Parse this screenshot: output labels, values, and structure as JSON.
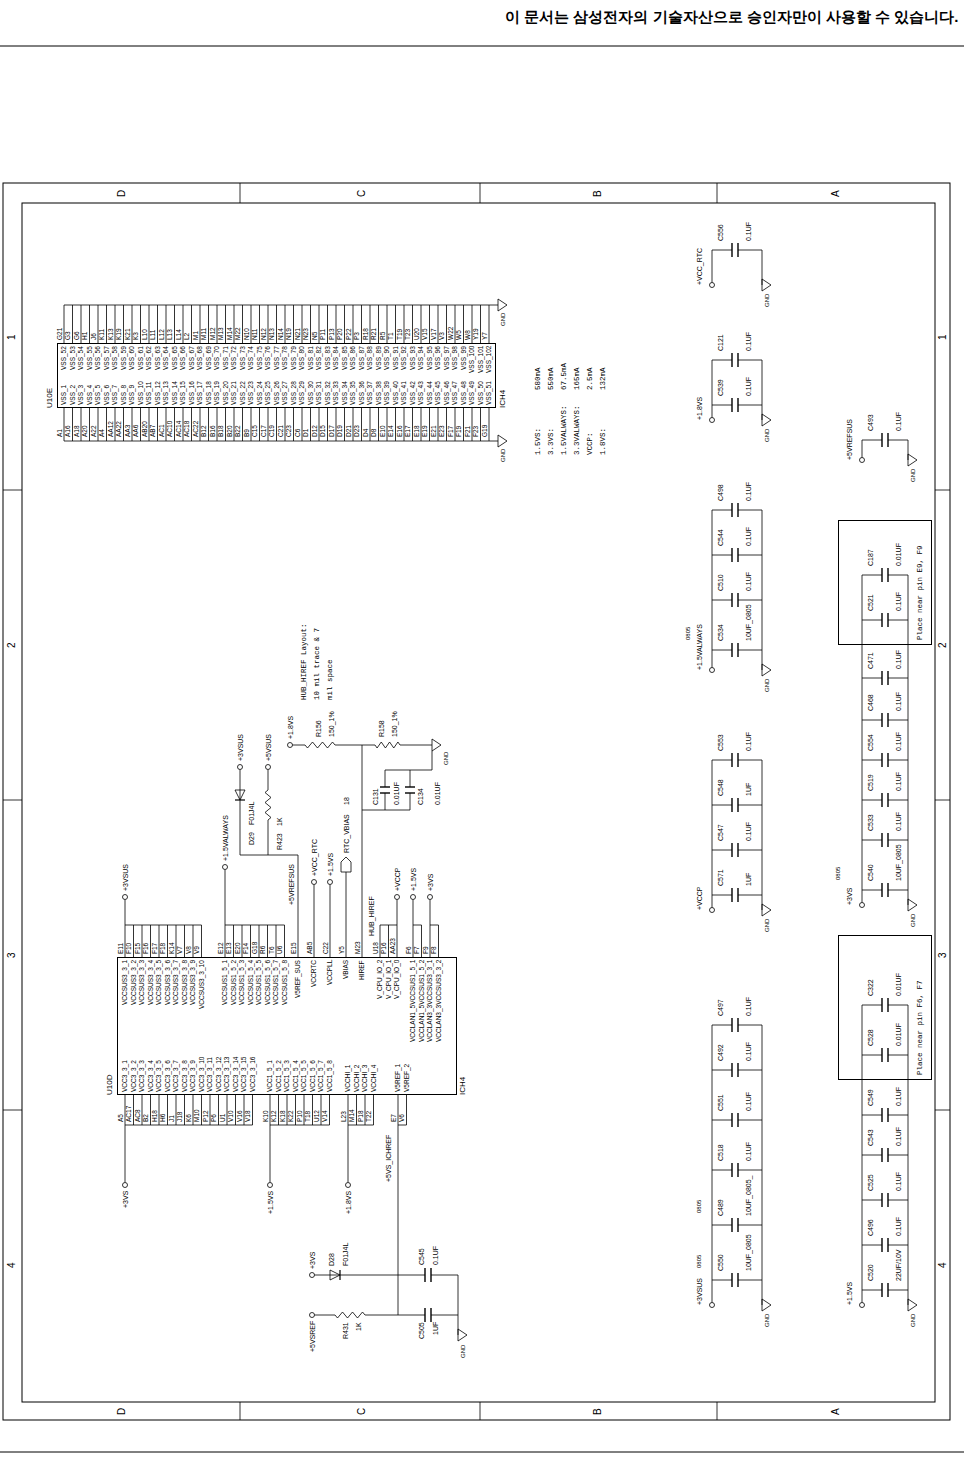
{
  "diagram": {
    "nodes": [
      {
        "text": [
          "U10E",
          "VSS_1",
          "VSS_2",
          "VSS_3",
          "VSS_4",
          "VSS_5",
          "VSS_6",
          "VSS_7",
          "VSS_8",
          "VSS_9",
          "VSS_10",
          "VSS_11",
          "VSS_12",
          "VSS_13",
          "VSS_14",
          "VSS_15",
          "VSS_16",
          "VSS_17",
          "VSS_18",
          "VSS_19",
          "VSS_20",
          "VSS_21",
          "VSS_22",
          "VSS_23",
          "VSS_24",
          "VSS_25",
          "VSS_26",
          "VSS_27",
          "VSS_28",
          "VSS_29",
          "VSS_30",
          "VSS_31",
          "VSS_32",
          "VSS_33",
          "VSS_34",
          "VSS_35",
          "VSS_36",
          "VSS_37",
          "VSS_38",
          "VSS_39",
          "VSS_40",
          "VSS_41",
          "VSS_42",
          "VSS_43",
          "VSS_44",
          "VSS_45",
          "VSS_46",
          "VSS_47",
          "VSS_48",
          "VSS_49",
          "VSS_50",
          "VSS_51",
          "VSS_52",
          "VSS_53",
          "VSS_54",
          "VSS_55",
          "VSS_56",
          "VSS_57",
          "VSS_58",
          "VSS_59",
          "VSS_60",
          "VSS_61",
          "VSS_62",
          "VSS_63",
          "VSS_64",
          "VSS_65",
          "VSS_66",
          "VSS_67",
          "VSS_68",
          "VSS_69",
          "VSS_70",
          "VSS_71",
          "VSS_72",
          "VSS_73",
          "VSS_74",
          "VSS_75",
          "VSS_76",
          "VSS_77",
          "VSS_78",
          "VSS_79",
          "VSS_80",
          "VSS_81",
          "VSS_82",
          "VSS_83",
          "VSS_84",
          "VSS_85",
          "VSS_86",
          "VSS_87",
          "VSS_88",
          "VSS_89",
          "VSS_90",
          "VSS_91",
          "VSS_92",
          "VSS_93",
          "VSS_94",
          "VSS_95",
          "VSS_96",
          "VSS_97",
          "VSS_98",
          "VSS_99",
          "VSS_100",
          "VSS_101",
          "VSS_102",
          "ICH4"
        ]
      },
      {
        "text": [
          "U10D",
          "VCC3_3_1",
          "VCC3_3_2",
          "VCC3_3_3",
          "VCC3_3_4",
          "VCC3_3_5",
          "VCC3_3_6",
          "VCC3_3_7",
          "VCC3_3_8",
          "VCC3_3_9",
          "VCC3_3_10",
          "VCC3_3_11",
          "VCC3_3_12",
          "VCC3_3_13",
          "VCC3_3_14",
          "VCC3_3_15",
          "VCC3_3_16",
          "VCC1_5_1",
          "VCC1_5_2",
          "VCC1_5_3",
          "VCC1_5_4",
          "VCC1_5_5",
          "VCC1_5_6",
          "VCC1_5_7",
          "VCC1_5_8",
          "VCCHI_1",
          "VCCHI_2",
          "VCCHI_3",
          "VCCHI_4",
          "V5REF_1",
          "V5REF_2",
          "VCCSUS3_3_1",
          "VCCSUS3_3_2",
          "VCCSUS3_3_3",
          "VCCSUS3_3_4",
          "VCCSUS3_3_5",
          "VCCSUS3_3_6",
          "VCCSUS3_3_7",
          "VCCSUS3_3_8",
          "VCCSUS3_3_9",
          "VCCSUS3_3_10",
          "VCCSUS1_5_1",
          "VCCSUS1_5_2",
          "VCCSUS1_5_3",
          "VCCSUS1_5_4",
          "VCCSUS1_5_5",
          "VCCSUS1_5_6",
          "VCCSUS1_5_7",
          "VCCSUS1_5_8",
          "V5REF_SUS",
          "VCCRTC",
          "VCCPLL",
          "VBIAS",
          "HIREF",
          "V_CPU_IO_2",
          "V_CPU_IO_1",
          "V_CPU_IO_0",
          "VCCLAN1_5VCCSUS1_5_1",
          "VCCLAN1_5VCCSUS1_5_2",
          "VCCLAN3_3VCCSUS3_3_1",
          "VCCLAN3_3VCCSUS3_3_2",
          "ICH4"
        ]
      },
      {
        "text": [
          "Place near pin F6, F7"
        ]
      },
      {
        "text": [
          "Place near pin E9, F9"
        ]
      }
    ],
    "labels": [
      "이 문서는 삼성전자의 기술자산으로 승인자만이 사용할 수 있습니다.",
      "D",
      "C",
      "B",
      "A",
      "D",
      "C",
      "B",
      "A",
      "1",
      "2",
      "3",
      "4",
      "1",
      "2",
      "3",
      "4",
      "A1",
      "A16",
      "A18",
      "A20",
      "A22",
      "A4",
      "AA12",
      "AA22",
      "AA3",
      "AA6",
      "AB20",
      "AB7",
      "AC1",
      "AC10",
      "AC14",
      "AC18",
      "AC22",
      "B12",
      "B16",
      "B18",
      "B20",
      "B22",
      "B9",
      "C15",
      "C17",
      "C19",
      "C21",
      "C23",
      "C6",
      "D1",
      "D12",
      "D15",
      "D17",
      "D19",
      "D21",
      "D23",
      "D4",
      "D8",
      "E10",
      "E14",
      "E16",
      "E17",
      "E18",
      "E19",
      "E21",
      "E23",
      "F17",
      "F19",
      "F21",
      "F23",
      "G19",
      "G21",
      "G3",
      "G6",
      "H1",
      "J6",
      "K11",
      "K13",
      "K19",
      "K21",
      "K3",
      "L10",
      "L11",
      "L12",
      "L13",
      "L14",
      "L2",
      "M1",
      "M11",
      "M12",
      "M13",
      "M14",
      "M22",
      "N10",
      "N11",
      "N12",
      "N13",
      "N14",
      "N19",
      "N21",
      "N23",
      "N5",
      "P11",
      "P13",
      "P20",
      "P22",
      "P3",
      "R18",
      "R21",
      "R5",
      "T1",
      "T19",
      "T23",
      "U20",
      "V15",
      "V17",
      "V3",
      "W22",
      "W5",
      "W8",
      "Y19",
      "Y7",
      "GND",
      "GND",
      "1.5VS:",
      "580mA",
      "3.3VS:",
      "550mA",
      "1.5VALWAYS:",
      "67.5mA",
      "3.3VALWAYS:",
      "165mA",
      "VCCP:",
      "2.5mA",
      "1.8VS:",
      "132mA",
      "A5",
      "AC17",
      "AC8",
      "B2",
      "H18",
      "H6",
      "J1",
      "J18",
      "K6",
      "M10",
      "P12",
      "P6",
      "U1",
      "V10",
      "V16",
      "V18",
      "K10",
      "K12",
      "K18",
      "K22",
      "P10",
      "T18",
      "U12",
      "V14",
      "L23",
      "M14",
      "P18",
      "T22",
      "E7",
      "V6",
      "E11",
      "F10",
      "F15",
      "F16",
      "F17",
      "F18",
      "K14",
      "V7",
      "V8",
      "V9",
      "E12",
      "E13",
      "E20",
      "F14",
      "G18",
      "R6",
      "T6",
      "U6",
      "E15",
      "AB5",
      "C22",
      "Y5",
      "M23",
      "U18",
      "P16",
      "AA23",
      "F6",
      "F7",
      "F9",
      "F8",
      "+3VSUS",
      "+1.5VALWAYS",
      "+5VREFSUS",
      "D29",
      "F01J4L",
      "+3VSUS",
      "R423",
      "1K",
      "+5VSUS",
      "+VCC_RTC",
      "+1.5VS",
      "RTC_VBIAS",
      "18",
      "HUB_HIREF",
      "+VCCP",
      "+1.5VS",
      "+3VS",
      "HUB_HIREF Layout:",
      "10 mil trace & 7",
      "mil space",
      "+1.8VS",
      "R156",
      "150_1%",
      "R158",
      "150_1%",
      "GND",
      "C131",
      "0.01UF",
      "C134",
      "0.01UF",
      "+3VS",
      "+1.5VS",
      "+1.8VS",
      "+5VS_ICHREF",
      "+3VS",
      "D28",
      "F01J4L",
      "+5VSREF",
      "R431",
      "1K",
      "C545",
      "0.1UF",
      "C505",
      "1UF",
      "GND",
      "+3VSUS",
      "C550",
      "10UF_0805",
      "C489",
      "10UF_0805_",
      "C518",
      "0.1UF",
      "C551",
      "0.1UF",
      "C492",
      "0.1UF",
      "C497",
      "0.1UF",
      "0805",
      "0805",
      "GND",
      "+VCCP",
      "C571",
      "1UF",
      "C547",
      "0.1UF",
      "C548",
      "1UF",
      "C553",
      "0.1UF",
      "GND",
      "+1.5VALWAYS",
      "C534",
      "10UF_0805",
      "C510",
      "0.1UF",
      "C544",
      "0.1UF",
      "C498",
      "0.1UF",
      "0805",
      "GND",
      "+1.8VS",
      "C539",
      "0.1UF",
      "C121",
      "0.1UF",
      "GND",
      "+VCC_RTC",
      "C556",
      "0.1UF",
      "GND",
      "+1.5VS",
      "C520",
      "22UF/10V",
      "C496",
      "0.1UF",
      "C525",
      "0.1UF",
      "C543",
      "0.1UF",
      "C549",
      "0.1UF",
      "C528",
      "0.01UF",
      "C322",
      "0.01UF",
      "GND",
      "+3VS",
      "C540",
      "10UF_0805",
      "C533",
      "0.1UF",
      "C519",
      "0.1UF",
      "C554",
      "0.1UF",
      "C468",
      "0.1UF",
      "C471",
      "0.1UF",
      "C521",
      "0.1UF",
      "C187",
      "0.01UF",
      "0805",
      "GND",
      "+5VREFSUS",
      "C493",
      "0.1UF",
      "GND"
    ]
  }
}
